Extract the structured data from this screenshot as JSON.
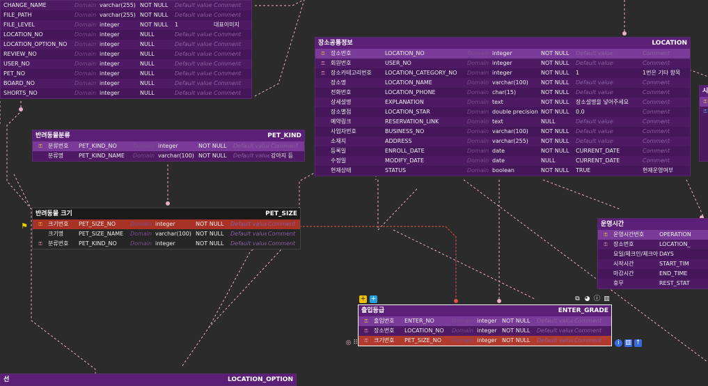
{
  "top_table": {
    "rows": [
      [
        "CHANGE_NAME",
        "Domain",
        "varchar(255)",
        "NOT NULL",
        "Default value",
        "Comment"
      ],
      [
        "FILE_PATH",
        "Domain",
        "varchar(255)",
        "NOT NULL",
        "Default value",
        "Comment"
      ],
      [
        "FILE_LEVEL",
        "Domain",
        "integer",
        "NOT NULL",
        "1",
        "대표이미지"
      ],
      [
        "LOCATION_NO",
        "Domain",
        "integer",
        "NULL",
        "Default value",
        "Comment"
      ],
      [
        "LOCATION_OPTION_NO",
        "Domain",
        "integer",
        "NULL",
        "Default value",
        "Comment"
      ],
      [
        "REVIEW_NO",
        "Domain",
        "integer",
        "NULL",
        "Default value",
        "Comment"
      ],
      [
        "USER_NO",
        "Domain",
        "integer",
        "NULL",
        "Default value",
        "Comment"
      ],
      [
        "PET_NO",
        "Domain",
        "integer",
        "NULL",
        "Default value",
        "Comment"
      ],
      [
        "BOARD_NO",
        "Domain",
        "integer",
        "NULL",
        "Default value",
        "Comment"
      ],
      [
        "SHORTS_NO",
        "Domain",
        "integer",
        "NULL",
        "Default value",
        "Comment"
      ]
    ]
  },
  "location": {
    "title_ko": "장소공통정보",
    "title_en": "LOCATION",
    "rows": [
      [
        "pk",
        "장소번호",
        "LOCATION_NO",
        "Domain",
        "integer",
        "NOT NULL",
        "Default value",
        "Comment"
      ],
      [
        "fk",
        "회원번호",
        "USER_NO",
        "Domain",
        "integer",
        "NOT NULL",
        "Default value",
        "Comment"
      ],
      [
        "fk",
        "장소카테고리번호",
        "LOCATION_CATEGORY_NO",
        "Domain",
        "integer",
        "NOT NULL",
        "1",
        "1번은 기타 항목"
      ],
      [
        "",
        "장소명",
        "LOCATION_NAME",
        "Domain",
        "varchar(100)",
        "NOT NULL",
        "Default value",
        "Comment"
      ],
      [
        "",
        "전화번호",
        "LOCATION_PHONE",
        "Domain",
        "char(15)",
        "NOT NULL",
        "Default value",
        "Comment"
      ],
      [
        "",
        "상세설명",
        "EXPLANATION",
        "Domain",
        "text",
        "NOT NULL",
        "장소설명을 넣어주세요",
        "Comment"
      ],
      [
        "",
        "장소별점",
        "LOCATION_STAR",
        "Domain",
        "double precision",
        "NOT NULL",
        "0.0",
        "Comment"
      ],
      [
        "",
        "예약링크",
        "RESERVATION_LINK",
        "Domain",
        "text",
        "NULL",
        "Default value",
        "Comment"
      ],
      [
        "",
        "사업자번호",
        "BUSINESS_NO",
        "Domain",
        "varchar(100)",
        "NOT NULL",
        "Default value",
        "Comment"
      ],
      [
        "",
        "소재지",
        "ADDRESS",
        "Domain",
        "varchar(255)",
        "NOT NULL",
        "Default value",
        "Comment"
      ],
      [
        "",
        "등록일",
        "ENROLL_DATE",
        "Domain",
        "date",
        "NOT NULL",
        "CURRENT_DATE",
        "Comment"
      ],
      [
        "",
        "수정일",
        "MODIFY_DATE",
        "Domain",
        "date",
        "NULL",
        "CURRENT_DATE",
        "Comment"
      ],
      [
        "",
        "현재상태",
        "STATUS",
        "Domain",
        "boolean",
        "NOT NULL",
        "TRUE",
        "현재운영여부"
      ]
    ]
  },
  "pet_kind": {
    "title_ko": "반려동물분류",
    "title_en": "PET_KIND",
    "rows": [
      [
        "pk",
        "분류번호",
        "PET_KIND_NO",
        "Domain",
        "integer",
        "NOT NULL",
        "Default value",
        "Comment"
      ],
      [
        "",
        "분류명",
        "PET_KIND_NAME",
        "Domain",
        "varchar(100)",
        "NOT NULL",
        "Default value",
        "강아지 등"
      ]
    ]
  },
  "pet_size": {
    "title_ko": "반려동물 크기",
    "title_en": "PET_SIZE",
    "rows": [
      [
        "pk",
        "크기번호",
        "PET_SIZE_NO",
        "Domain",
        "integer",
        "NOT NULL",
        "Default value",
        "Comment"
      ],
      [
        "",
        "크기명",
        "PET_SIZE_NAME",
        "Domain",
        "varchar(100)",
        "NOT NULL",
        "Default value",
        "Comment"
      ],
      [
        "fk",
        "분류번호",
        "PET_KIND_NO",
        "Domain",
        "integer",
        "NOT NULL",
        "Default value",
        "Comment"
      ]
    ]
  },
  "enter_grade": {
    "title_ko": "출입등급",
    "title_en": "ENTER_GRADE",
    "rows": [
      [
        "pk",
        "출입번호",
        "ENTER_NO",
        "Domain",
        "integer",
        "NOT NULL",
        "Default value",
        "Comment"
      ],
      [
        "fk",
        "장소번호",
        "LOCATION_NO",
        "Domain",
        "integer",
        "NOT NULL",
        "Default value",
        "Comment"
      ],
      [
        "fk",
        "크기번호",
        "PET_SIZE_NO",
        "Domain",
        "integer",
        "NOT NULL",
        "Default value",
        "Comment"
      ]
    ]
  },
  "operation": {
    "title_ko": "운영시간",
    "rows": [
      [
        "pk",
        "운영시간번호",
        "OPERATION"
      ],
      [
        "fk",
        "장소번호",
        "LOCATION_"
      ],
      [
        "",
        "요일/체크인/체크아웃",
        "DAYS"
      ],
      [
        "",
        "시작시간",
        "START_TIM"
      ],
      [
        "",
        "마감시간",
        "END_TIME"
      ],
      [
        "",
        "휴무",
        "REST_STAT"
      ]
    ]
  },
  "location_option": {
    "title_ko": "선",
    "title_en": "LOCATION_OPTION"
  },
  "right_partial": {
    "title_ko": "시"
  },
  "colors": {
    "accent": "#5b1f78",
    "selected": "#b03a2e",
    "relation": "#e05050",
    "wire": "#e8b0c8"
  }
}
